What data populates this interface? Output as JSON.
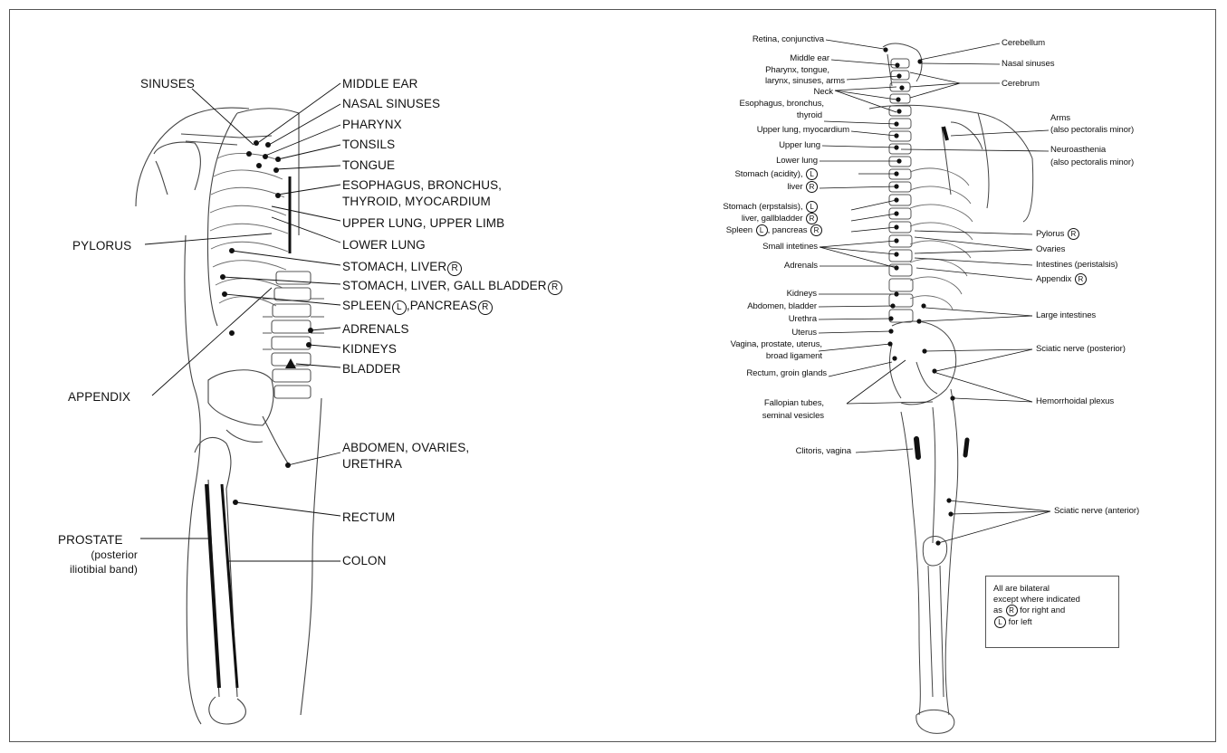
{
  "anterior": {
    "sinuses": "SINUSES",
    "middle_ear": "MIDDLE EAR",
    "nasal_sinuses": "NASAL SINUSES",
    "pharynx": "PHARYNX",
    "tonsils": "TONSILS",
    "tongue": "TONGUE",
    "esophagus_line1": "ESOPHAGUS, BRONCHUS,",
    "esophagus_line2": "THYROID, MYOCARDIUM",
    "upper_lung": "UPPER LUNG, UPPER LIMB",
    "lower_lung": "LOWER LUNG",
    "pylorus": "PYLORUS",
    "stomach_liver": "STOMACH, LIVER",
    "stomach_liver_gall": "STOMACH, LIVER, GALL BLADDER",
    "spleen_pancreas_a": "SPLEEN",
    "spleen_pancreas_b": ",PANCREAS",
    "adrenals": "ADRENALS",
    "kidneys": "KIDNEYS",
    "bladder": "BLADDER",
    "appendix": "APPENDIX",
    "abdomen_line1": "ABDOMEN, OVARIES,",
    "abdomen_line2": "URETHRA",
    "rectum": "RECTUM",
    "prostate_line1": "PROSTATE",
    "prostate_line2": "(posterior",
    "prostate_line3": "iliotibial band)",
    "colon": "COLON"
  },
  "posterior_left": {
    "retina": "Retina, conjunctiva",
    "middle_ear": "Middle ear",
    "pharynx_line1": "Pharynx, tongue,",
    "pharynx_line2": "larynx, sinuses, arms",
    "neck": "Neck",
    "esophagus_line1": "Esophagus, bronchus,",
    "esophagus_line2": "thyroid",
    "upper_lung_myo": "Upper lung, myocardium",
    "upper_lung": "Upper lung",
    "lower_lung": "Lower lung",
    "stomach_acidity": "Stomach (acidity),",
    "liver_r": "liver",
    "stomach_peristalsis": "Stomach (erpstalsis),",
    "liver_gallbladder": "liver, gallbladder",
    "spleen": "Spleen",
    "pancreas": ", pancreas",
    "small_intestines": "Small intetines",
    "adrenals": "Adrenals",
    "kidneys": "Kidneys",
    "abdomen_bladder": "Abdomen, bladder",
    "urethra": "Urethra",
    "uterus": "Uterus",
    "vagina_line1": "Vagina, prostate, uterus,",
    "vagina_line2": "broad ligament",
    "rectum": "Rectum, groin glands",
    "fallopian_line1": "Fallopian tubes,",
    "fallopian_line2": "seminal vesicles",
    "clitoris": "Clitoris, vagina"
  },
  "posterior_right": {
    "cerebellum": "Cerebellum",
    "nasal_sinuses": "Nasal sinuses",
    "cerebrum": "Cerebrum",
    "arms_line1": "Arms",
    "arms_line2": "(also pectoralis minor)",
    "neuro_line1": "Neuroasthenia",
    "neuro_line2": "(also pectoralis minor)",
    "pylorus": "Pylorus",
    "ovaries": "Ovaries",
    "intestines": "Intestines (peristalsis)",
    "appendix": "Appendix",
    "large_intestines": "Large intestines",
    "sciatic_posterior": "Sciatic nerve (posterior)",
    "hemorrhoidal": "Hemorrhoidal plexus",
    "sciatic_anterior": "Sciatic nerve (anterior)"
  },
  "markers": {
    "right": "R",
    "left": "L"
  },
  "note": {
    "line1": "All are bilateral",
    "line2": "except where indicated",
    "line3a": "as",
    "line3b": "for right and",
    "line4b": "for left"
  },
  "colors": {
    "ink": "#111111",
    "bone": "#555555",
    "frame": "#555555"
  }
}
